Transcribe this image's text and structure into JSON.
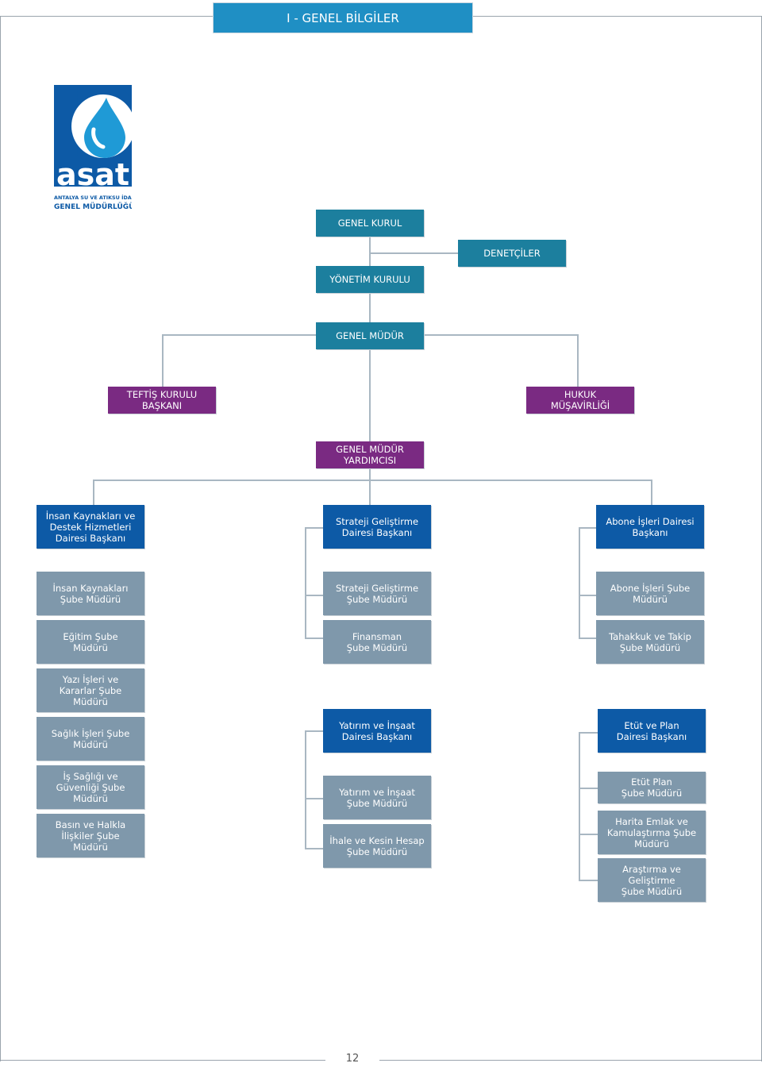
{
  "header": {
    "title": "I - GENEL BİLGİLER"
  },
  "logo": {
    "word": "asat",
    "line1": "ANTALYA SU VE ATIKSU İDARESİ",
    "line2": "GENEL MÜDÜRLÜĞÜ"
  },
  "org": {
    "genel_kurul": "GENEL KURUL",
    "denetciler": "DENETÇİLER",
    "yonetim_kurulu": "YÖNETİM KURULU",
    "genel_mudur": "GENEL MÜDÜR",
    "teftis": "TEFTİŞ KURULU BAŞKANI",
    "hukuk": "HUKUK MÜŞAVİRLİĞİ",
    "gm_yardimcisi": "GENEL MÜDÜR YARDIMCISI",
    "ik_daire": "İnsan Kaynakları ve Destek Hizmetleri Dairesi Başkanı",
    "strateji_daire": "Strateji Geliştirme Dairesi Başkanı",
    "abone_daire": "Abone İşleri Dairesi Başkanı",
    "ik_sube": "İnsan Kaynakları Şube Müdürü",
    "egitim_sube": "Eğitim Şube Müdürü",
    "yazi_sube": "Yazı İşleri ve Kararlar Şube Müdürü",
    "saglik_sube": "Sağlık İşleri Şube Müdürü",
    "isg_sube": "İş Sağlığı ve Güvenliği Şube Müdürü",
    "basin_sube": "Basın ve Halkla İlişkiler Şube Müdürü",
    "strateji_sube": "Strateji Geliştirme Şube Müdürü",
    "finansman_sube": "Finansman Şube Müdürü",
    "yatirim_daire": "Yatırım ve İnşaat Dairesi Başkanı",
    "yatirim_sube": "Yatırım ve İnşaat Şube Müdürü",
    "ihale_sube": "İhale ve Kesin Hesap Şube Müdürü",
    "abone_sube": "Abone İşleri Şube Müdürü",
    "tahakkuk_sube": "Tahakkuk ve Takip Şube Müdürü",
    "etut_daire": "Etüt ve Plan Dairesi Başkanı",
    "etut_sube": "Etüt Plan Şube Müdürü",
    "harita_sube": "Harita Emlak ve Kamulaştırma Şube Müdürü",
    "arastirma_sube": "Araştırma ve Geliştirme Şube Müdürü"
  },
  "footer": {
    "page_number": "12"
  },
  "colors": {
    "header": "#1f8fc4",
    "governance": "#1c7f9e",
    "advisory": "#7a2a82",
    "department": "#0d5aa6",
    "branch": "#7f98ab"
  }
}
